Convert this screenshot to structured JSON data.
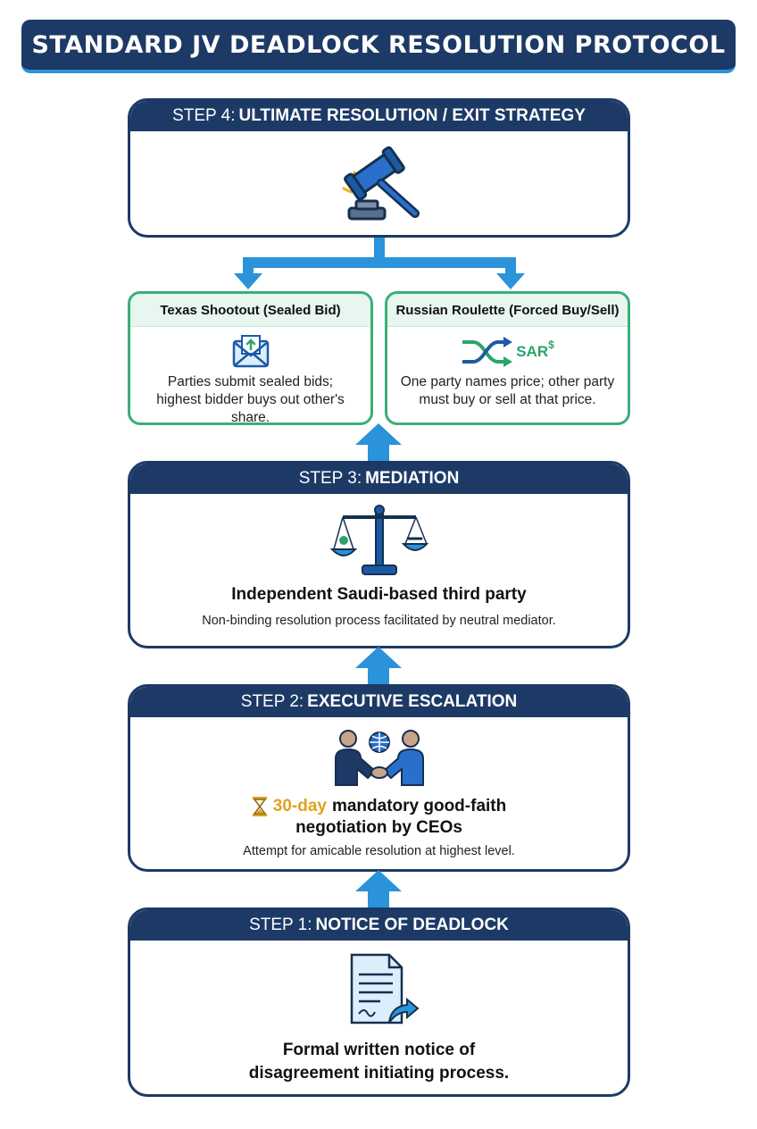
{
  "banner": {
    "title": "STANDARD JV DEADLOCK RESOLUTION PROTOCOL"
  },
  "step4": {
    "prefix": "STEP 4:",
    "title": "ULTIMATE RESOLUTION / EXIT STRATEGY",
    "icon": "gavel-icon"
  },
  "options": [
    {
      "title": "Texas Shootout (Sealed Bid)",
      "icon": "sealed-envelope-icon",
      "text": "Parties submit sealed bids; highest bidder buys out other's share."
    },
    {
      "title": "Russian Roulette (Forced Buy/Sell)",
      "icon": "shuffle-icon",
      "icon_label": "SAR",
      "icon_currency": "$",
      "text": "One party names price; other party must buy or sell at that price."
    }
  ],
  "step3": {
    "prefix": "STEP 3:",
    "title": "MEDIATION",
    "icon": "balance-scale-icon",
    "main": "Independent Saudi-based third party",
    "sub": "Non-binding resolution process facilitated by neutral mediator."
  },
  "step2": {
    "prefix": "STEP 2:",
    "title": "EXECUTIVE ESCALATION",
    "icon": "handshake-globe-icon",
    "highlight": "30-day",
    "main_rest_1": "mandatory good-faith",
    "main_line_2": "negotiation by CEOs",
    "sub": "Attempt for amicable resolution at highest level."
  },
  "step1": {
    "prefix": "STEP 1:",
    "title": "NOTICE OF DEADLOCK",
    "icon": "document-send-icon",
    "main_line_1": "Formal written notice of",
    "main_line_2": "disagreement initiating process."
  },
  "colors": {
    "navy": "#1d3a66",
    "arrow_blue": "#2a93d9",
    "green": "#3aae7a",
    "amber": "#e0a21f"
  }
}
